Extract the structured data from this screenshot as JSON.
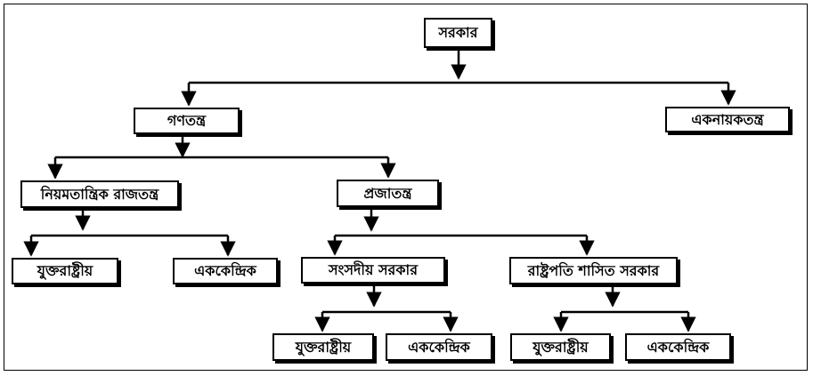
{
  "nodes": {
    "root": "সরকার",
    "democracy": "গণতন্ত্র",
    "dictatorship": "একনায়কতন্ত্র",
    "constitutional_monarchy": "নিয়মতান্ত্রিক রাজতন্ত্র",
    "republic": "প্রজাতন্ত্র",
    "cm_federal": "যুক্তরাষ্ট্রীয়",
    "cm_unitary": "এককেন্দ্রিক",
    "parliamentary": "সংসদীয় সরকার",
    "presidential": "রাষ্ট্রপতি শাসিত সরকার",
    "parl_federal": "যুক্তরাষ্ট্রীয়",
    "parl_unitary": "এককেন্দ্রিক",
    "pres_federal": "যুক্তরাষ্ট্রীয়",
    "pres_unitary": "এককেন্দ্রিক"
  },
  "colors": {
    "stroke": "#000000",
    "background": "#ffffff"
  }
}
